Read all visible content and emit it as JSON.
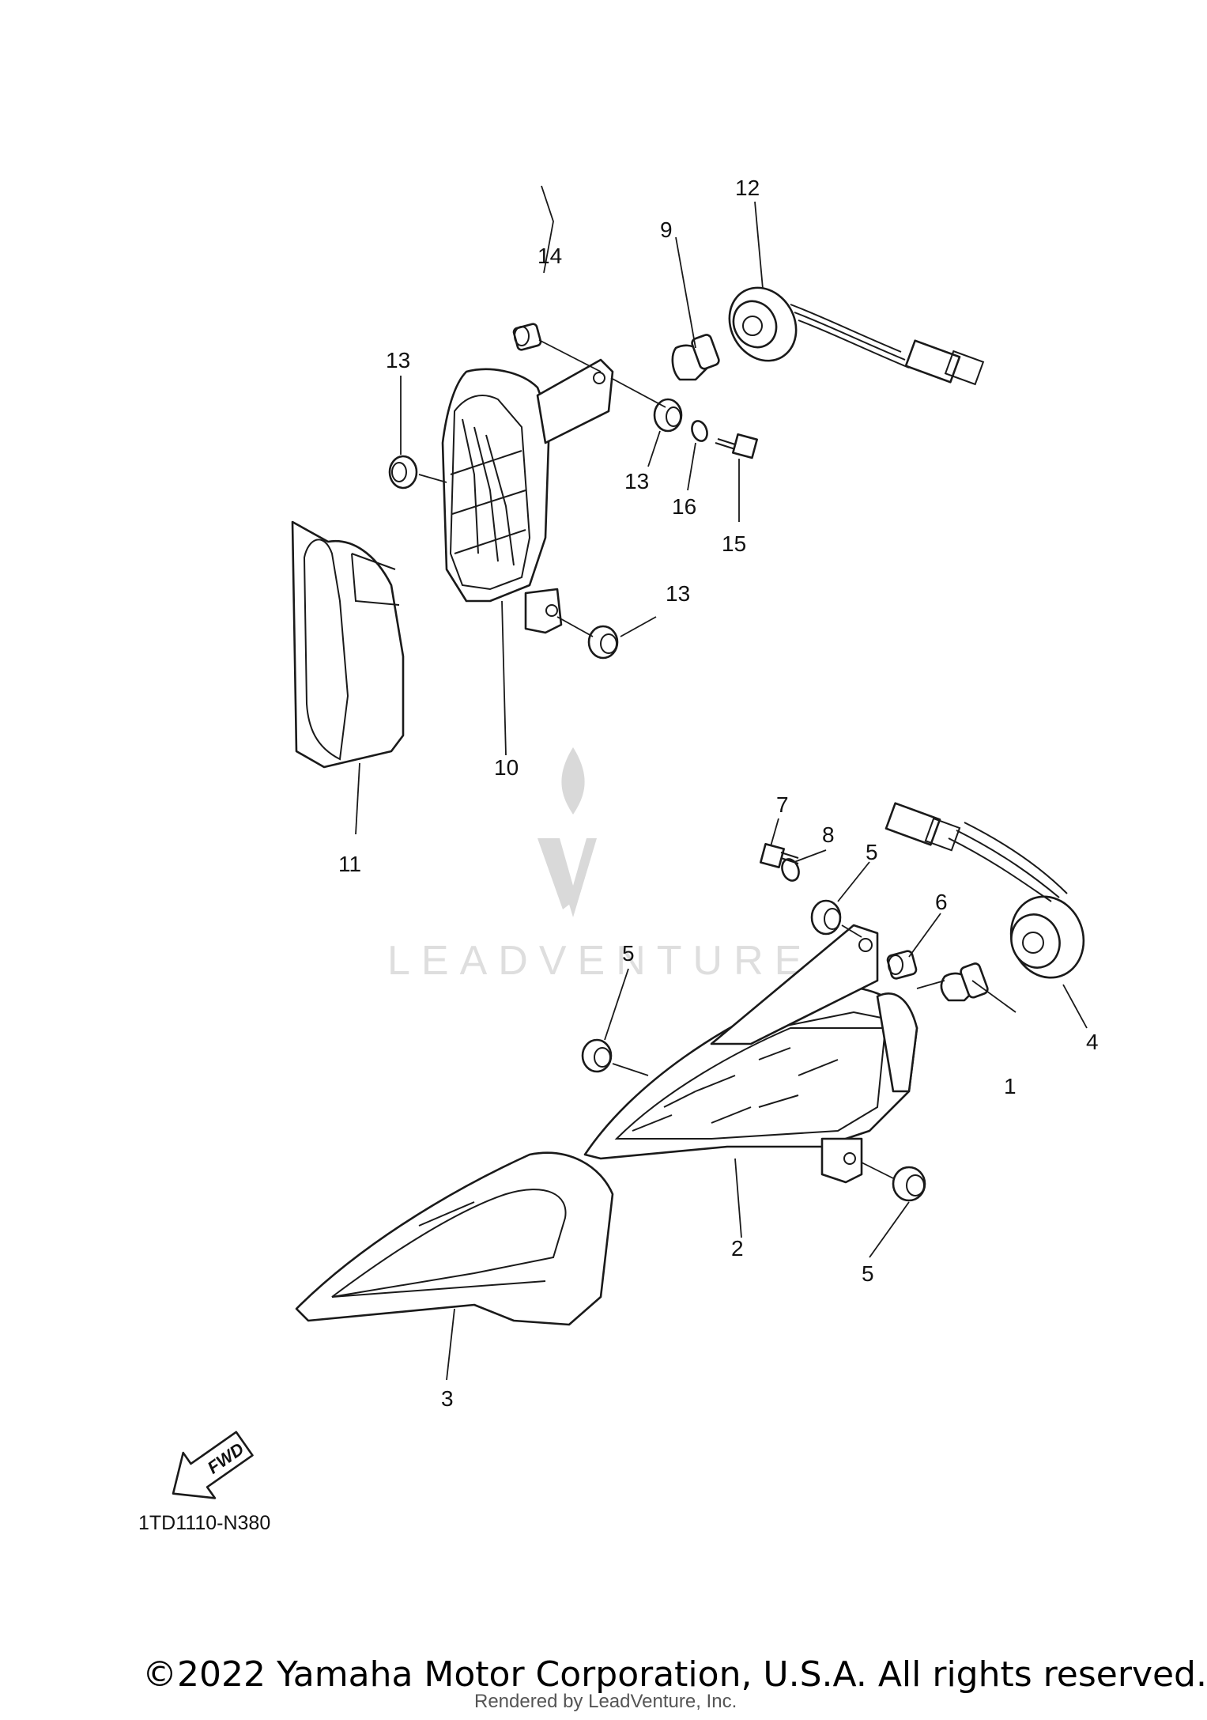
{
  "diagram": {
    "code": "1TD1110-N380",
    "fwd_label": "FWD",
    "callouts": {
      "c1": "1",
      "c2": "2",
      "c3": "3",
      "c4": "4",
      "c5a": "5",
      "c5b": "5",
      "c5c": "5",
      "c6": "6",
      "c7": "7",
      "c8": "8",
      "c9": "9",
      "c10": "10",
      "c11": "11",
      "c12": "12",
      "c13a": "13",
      "c13b": "13",
      "c13c": "13",
      "c14": "14",
      "c15": "15",
      "c16": "16"
    }
  },
  "watermark": {
    "brand": "LEADVENTURE"
  },
  "footer": {
    "copyright": "©2022 Yamaha Motor Corporation, U.S.A. All rights reserved.",
    "rendered_by": "Rendered by LeadVenture, Inc."
  }
}
